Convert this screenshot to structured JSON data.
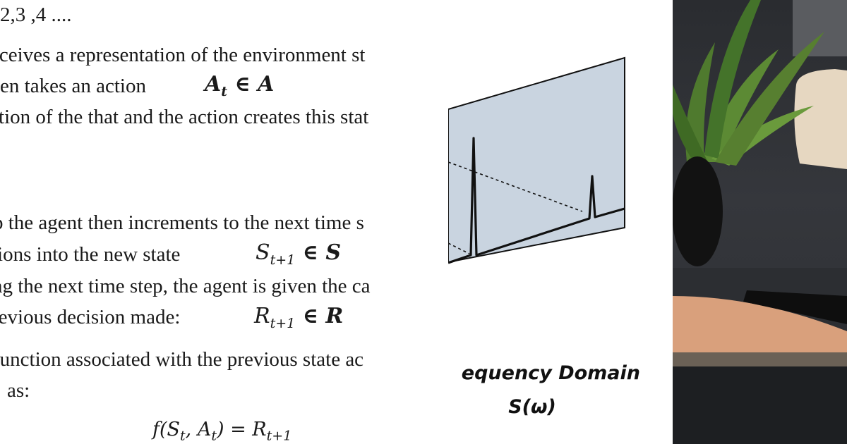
{
  "document": {
    "lines": [
      "2,3 ,4 ....",
      "eceives a representation of the environment st",
      "ien takes an action",
      "ition of the that and the action creates this stat",
      "p the agent then increments to the next time s",
      "tions into the new state",
      "ng the next time step, the agent is given the ca",
      "revious decision made:",
      "function associated with the previous state ac",
      "as:"
    ],
    "math": {
      "action": "A",
      "action_sub": "t",
      "action_set": " ∈ A",
      "state": "S",
      "state_sub": "t+1",
      "state_set": " ∈ S",
      "reward": "R",
      "reward_sub": "t+1",
      "reward_set": " ∈ R",
      "function_lhs": "f(S",
      "function_s_sub": "t",
      "function_mid": ", A",
      "function_a_sub": "t",
      "function_close": ") =  R",
      "function_r_sub": "t+1"
    }
  },
  "diagram": {
    "caption_line1": "equency Domain",
    "caption_line2": "S(ω)",
    "plane_color": "#c9d4e0"
  },
  "photo": {
    "description_colors": {
      "leaf": "#4f7a2e",
      "vase": "#121212",
      "wall": "#e6d7c1",
      "arm": "#d9a07c",
      "phone": "#0e0e0e"
    }
  }
}
